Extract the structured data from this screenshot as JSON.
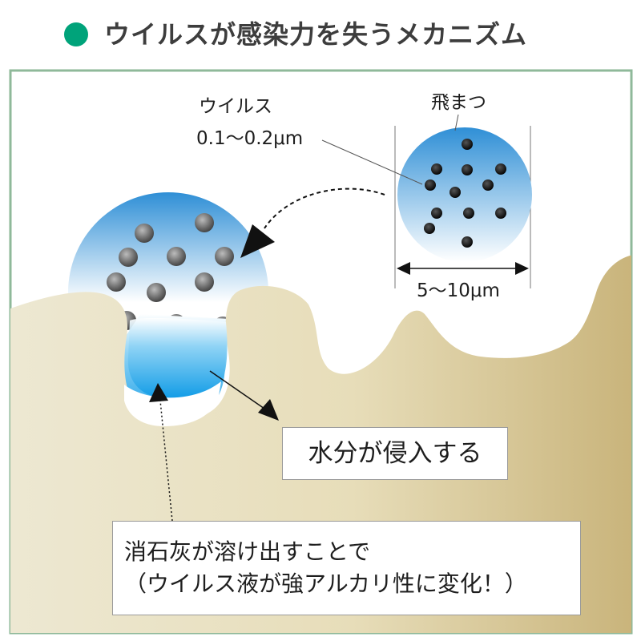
{
  "header": {
    "title": "ウイルスが感染力を失うメカニズム",
    "bullet_color": "#00a37a"
  },
  "diagram": {
    "virus_label_line1": "ウイルス",
    "virus_label_line2": "0.1〜0.2μm",
    "droplet_label": "飛まつ",
    "droplet_size_label": "5〜10μm",
    "water_callout": "水分が侵入する",
    "lime_callout_line1": "消石灰が溶け出すことで",
    "lime_callout_line2": "（ウイルス液が強アルカリ性に変化！）",
    "colors": {
      "frame": "#8fb99a",
      "surface_light": "#ece7d0",
      "surface_dark": "#cbb67e",
      "droplet_top": "#3a95d8",
      "droplet_bottom": "#ffffff",
      "water": "#1aa0e8"
    }
  }
}
